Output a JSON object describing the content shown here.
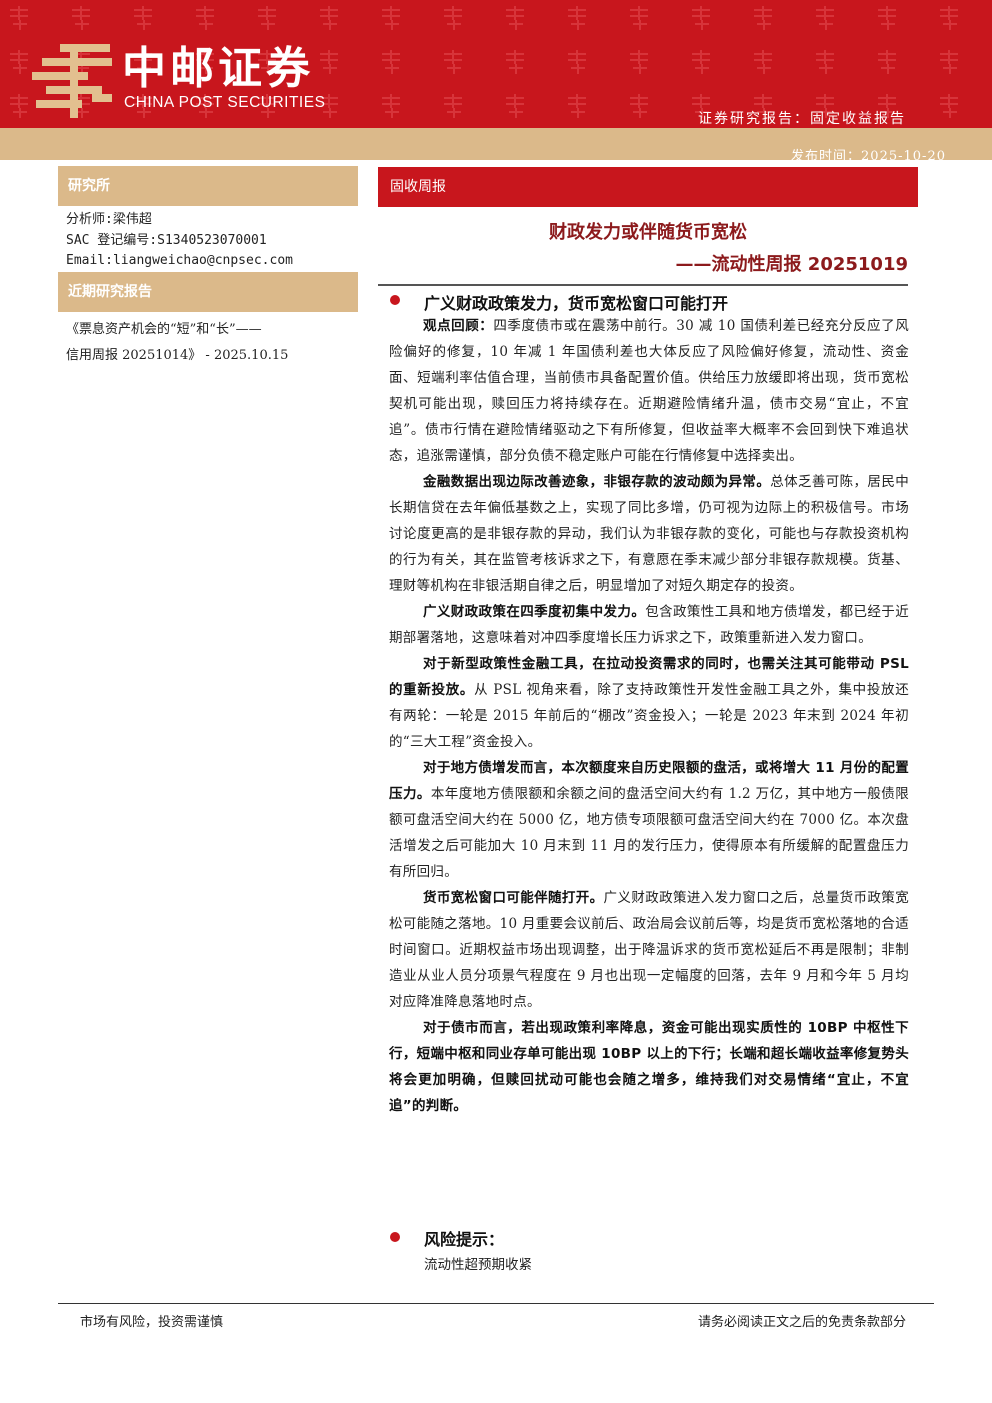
{
  "header": {
    "brand_cn": "中邮证券",
    "brand_en": "CHINA POST SECURITIES",
    "report_type": "证券研究报告：固定收益报告",
    "publish_date": "发布时间：2025-10-20",
    "colors": {
      "red": "#c8161d",
      "gold": "#dbb98a"
    }
  },
  "sidebar": {
    "institute_title": "研究所",
    "analyst": "分析师:梁伟超",
    "sac": "SAC 登记编号:S1340523070001",
    "email": "Email:liangweichao@cnpsec.com",
    "recent_title": "近期研究报告",
    "recent_line1": "《票息资产机会的“短”和“长”——",
    "recent_line2": "信用周报 20251014》 - 2025.10.15"
  },
  "main": {
    "tag": "固收周报",
    "title": "财政发力或伴随货币宽松",
    "subtitle": "——流动性周报 20251019",
    "section1_title": "广义财政政策发力，货币宽松窗口可能打开",
    "p1_bold": "观点回顾：",
    "p1_text": "四季度债市或在震荡中前行。30 减 10 国债利差已经充分反应了风险偏好的修复，10 年减 1 年国债利差也大体反应了风险偏好修复，流动性、资金面、短端利率估值合理，当前债市具备配置价值。供给压力放缓即将出现，货币宽松契机可能出现，赎回压力将持续存在。近期避险情绪升温，债市交易“宜止，不宜追”。债市行情在避险情绪驱动之下有所修复，但收益率大概率不会回到快下难追状态，追涨需谨慎，部分负债不稳定账户可能在行情修复中选择卖出。",
    "p2_bold": "金融数据出现边际改善迹象，非银存款的波动颇为异常。",
    "p2_text": "总体乏善可陈，居民中长期信贷在去年偏低基数之上，实现了同比多增，仍可视为边际上的积极信号。市场讨论度更高的是非银存款的异动，我们认为非银存款的变化，可能也与存款投资机构的行为有关，其在监管考核诉求之下，有意愿在季末减少部分非银存款规模。货基、理财等机构在非银活期自律之后，明显增加了对短久期定存的投资。",
    "p3_bold": "广义财政政策在四季度初集中发力。",
    "p3_text": "包含政策性工具和地方债增发，都已经于近期部署落地，这意味着对冲四季度增长压力诉求之下，政策重新进入发力窗口。",
    "p4_bold": "对于新型政策性金融工具，在拉动投资需求的同时，也需关注其可能带动 PSL 的重新投放。",
    "p4_text": "从 PSL 视角来看，除了支持政策性开发性金融工具之外，集中投放还有两轮：一轮是 2015 年前后的“棚改”资金投入；一轮是 2023 年末到 2024 年初的“三大工程”资金投入。",
    "p5_bold": "对于地方债增发而言，本次额度来自历史限额的盘活，或将增大 11 月份的配置压力。",
    "p5_text": "本年度地方债限额和余额之间的盘活空间大约有 1.2 万亿，其中地方一般债限额可盘活空间大约在 5000 亿，地方债专项限额可盘活空间大约在 7000 亿。本次盘活增发之后可能加大 10 月末到 11 月的发行压力，使得原本有所缓解的配置盘压力有所回归。",
    "p6_bold": "货币宽松窗口可能伴随打开。",
    "p6_text": "广义财政政策进入发力窗口之后，总量货币政策宽松可能随之落地。10 月重要会议前后、政治局会议前后等，均是货币宽松落地的合适时间窗口。近期权益市场出现调整，出于降温诉求的货币宽松延后不再是限制；非制造业从业人员分项景气程度在 9 月也出现一定幅度的回落，去年 9 月和今年 5 月均对应降准降息落地时点。",
    "p7_bold": "对于债市而言，若出现政策利率降息，资金可能出现实质性的 10BP 中枢性下行，短端中枢和同业存单可能出现 10BP 以上的下行；长端和超长端收益率修复势头将会更加明确，但赎回扰动可能也会随之增多，维持我们对交易情绪“宜止，不宜追”的判断。",
    "risk_title": "风险提示：",
    "risk_text": "流动性超预期收紧"
  },
  "footer": {
    "left": "市场有风险，投资需谨慎",
    "right": "请务必阅读正文之后的免责条款部分"
  }
}
